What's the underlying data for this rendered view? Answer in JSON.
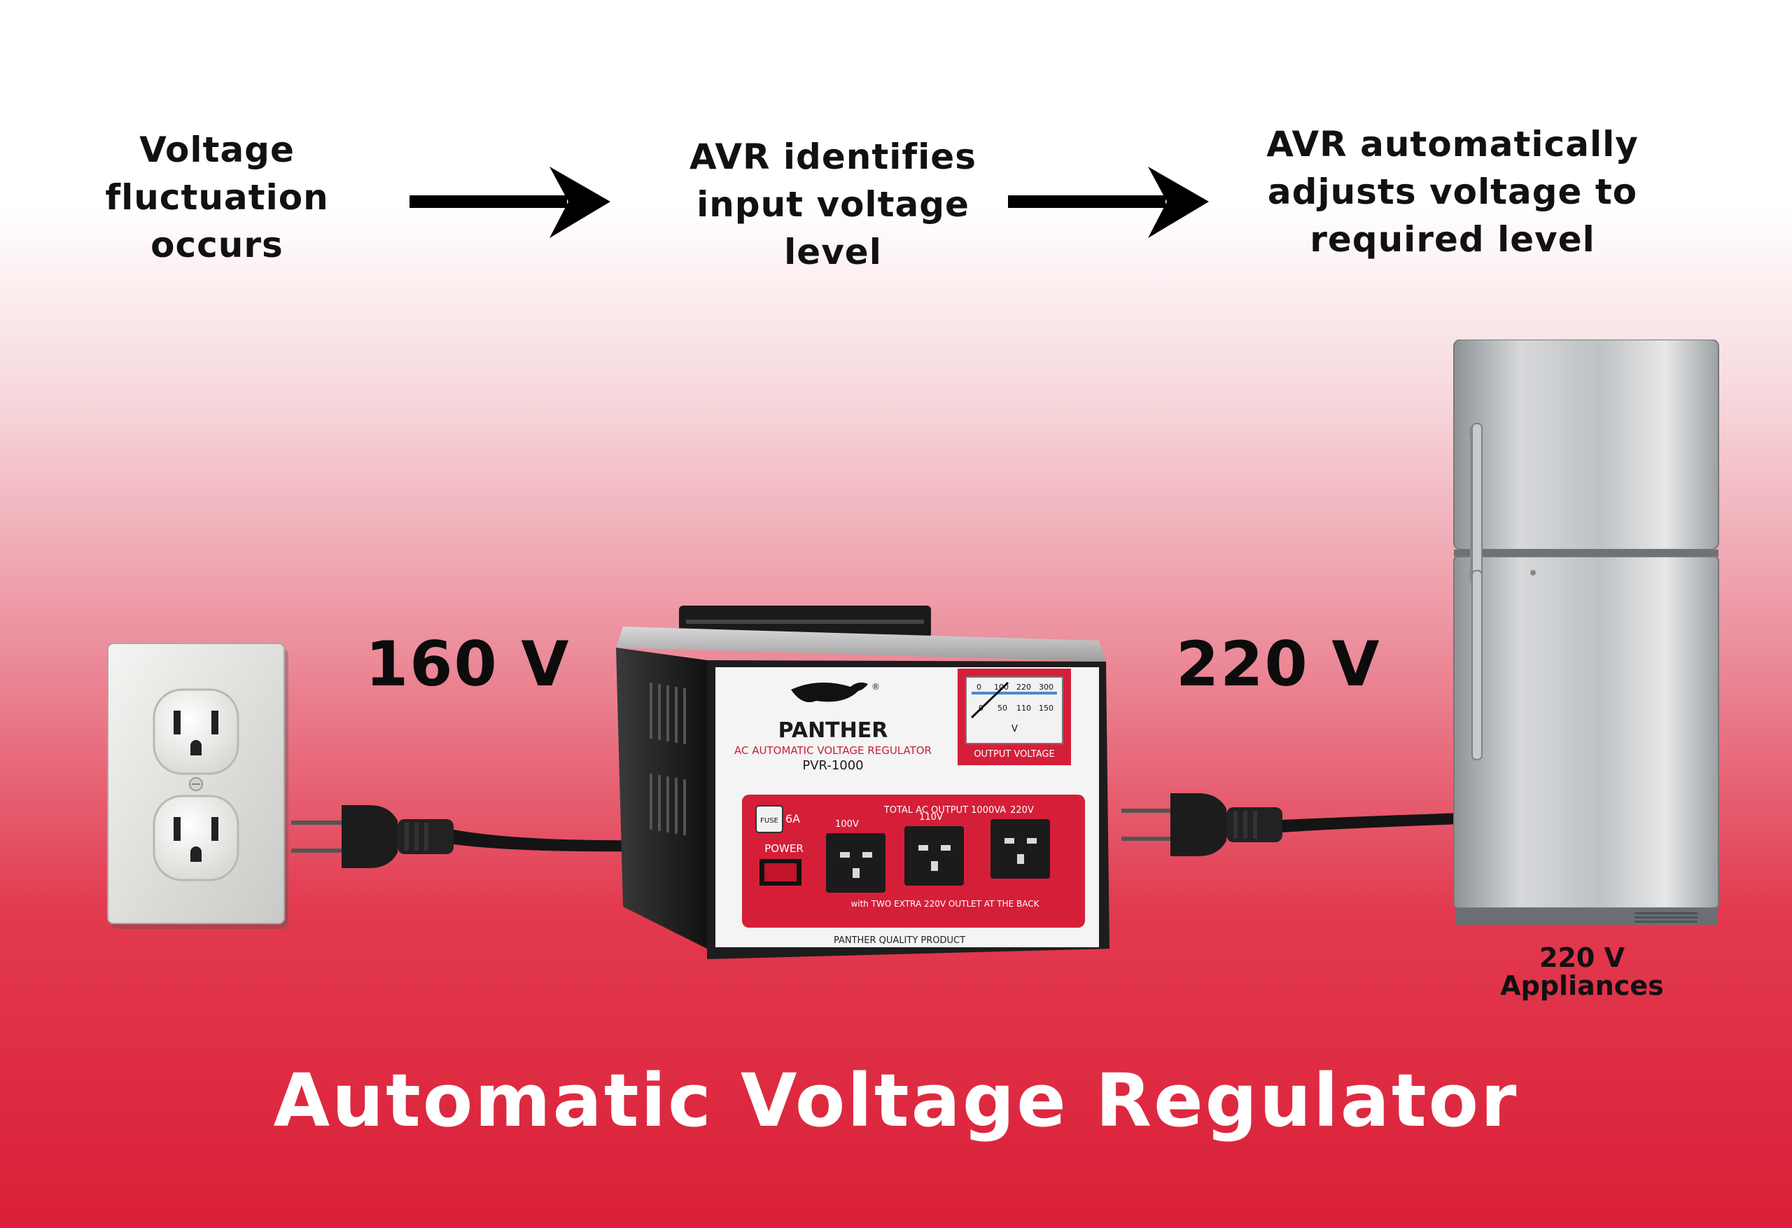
{
  "steps": [
    {
      "lines": [
        "Voltage",
        "fluctuation",
        "occurs"
      ]
    },
    {
      "lines": [
        "AVR identifies",
        "input voltage",
        "level"
      ]
    },
    {
      "lines": [
        "AVR automatically",
        "adjusts voltage to",
        "required level"
      ]
    }
  ],
  "input_voltage": "160 V",
  "output_voltage": "220 V",
  "appliance_label": {
    "line1": "220 V",
    "line2": "Appliances"
  },
  "title": "Automatic Voltage Regulator",
  "regulator": {
    "brand": "PANTHER",
    "registered": "®",
    "subtitle": "AC AUTOMATIC VOLTAGE REGULATOR",
    "model": "PVR-1000",
    "meter_label": "OUTPUT VOLTAGE",
    "meter_scale_top": [
      "0",
      "100",
      "220",
      "300"
    ],
    "meter_scale_bottom": [
      "0",
      "50",
      "110",
      "150"
    ],
    "meter_unit": "V",
    "fuse": "FUSE",
    "fuse_rating": "6A",
    "power": "POWER",
    "total_output": "TOTAL AC OUTPUT 1000VA",
    "outlets": [
      "100V",
      "110V",
      "220V"
    ],
    "note": "with TWO EXTRA 220V OUTLET AT THE BACK",
    "footer": "PANTHER QUALITY PRODUCT"
  }
}
